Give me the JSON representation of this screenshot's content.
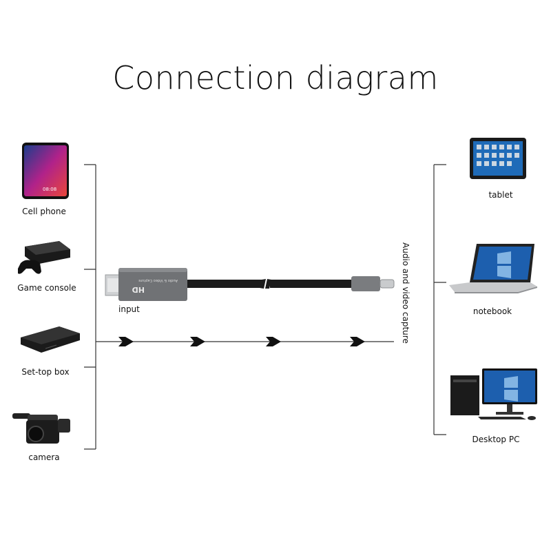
{
  "title": "Connection diagram",
  "left_devices": [
    {
      "label": "Cell phone",
      "icon": "cell-phone-icon"
    },
    {
      "label": "Game console",
      "icon": "game-console-icon"
    },
    {
      "label": "Set-top box",
      "icon": "set-top-box-icon"
    },
    {
      "label": "camera",
      "icon": "camera-icon"
    }
  ],
  "right_devices": [
    {
      "label": "tablet",
      "icon": "tablet-icon"
    },
    {
      "label": "notebook",
      "icon": "notebook-icon"
    },
    {
      "label": "Desktop PC",
      "icon": "desktop-pc-icon"
    }
  ],
  "capture": {
    "input_label": "input",
    "side_label": "Audio and video capture",
    "body_text": "HD",
    "body_subtext": "Audio & Video Capture"
  },
  "colors": {
    "line": "#222222",
    "device_gray": "#6e7073",
    "cable": "#1c1c1c"
  }
}
